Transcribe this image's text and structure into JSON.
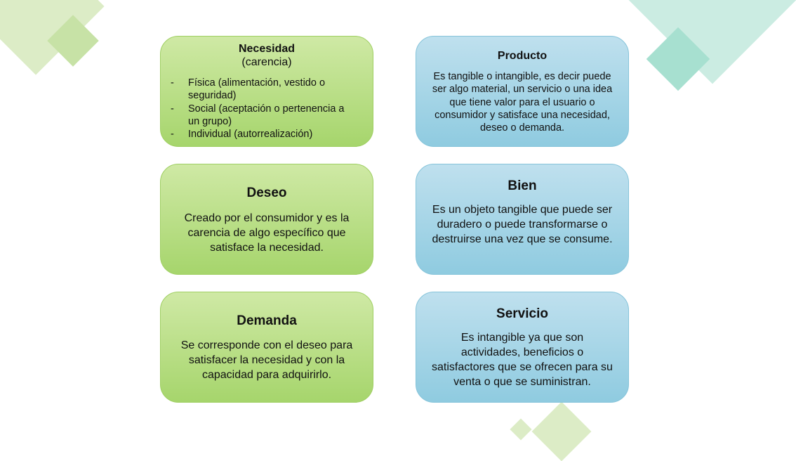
{
  "cards": {
    "necesidad": {
      "title": "Necesidad",
      "subtitle": "(carencia)",
      "items": [
        "Física (alimentación, vestido o seguridad)",
        "Social (aceptación o pertenencia a un grupo)",
        "Individual (autorrealización)"
      ],
      "bullet": "-"
    },
    "producto": {
      "title": "Producto",
      "body": "Es tangible o intangible, es decir puede ser algo material, un servicio o una idea que tiene valor para el usuario o consumidor y satisface una necesidad, deseo o demanda."
    },
    "deseo": {
      "title": "Deseo",
      "body": "Creado por el consumidor y es la carencia de algo específico que satisface la necesidad."
    },
    "bien": {
      "title": "Bien",
      "body": "Es un objeto tangible que puede ser duradero o puede transformarse o destruirse una vez que se consume."
    },
    "demanda": {
      "title": "Demanda",
      "body": "Se corresponde con el deseo para satisfacer la necesidad y con la capacidad para adquirirlo."
    },
    "servicio": {
      "title": "Servicio",
      "body": "Es intangible ya que son actividades, beneficios o satisfactores que se ofrecen para su venta o que se suministran."
    }
  },
  "colors": {
    "green_card_top": "#cfe9a5",
    "green_card_bottom": "#a6d56c",
    "blue_card_top": "#bfe0ee",
    "blue_card_bottom": "#8fcbe0",
    "deco_green": "#dcecc6",
    "deco_teal": "#cbece2"
  }
}
